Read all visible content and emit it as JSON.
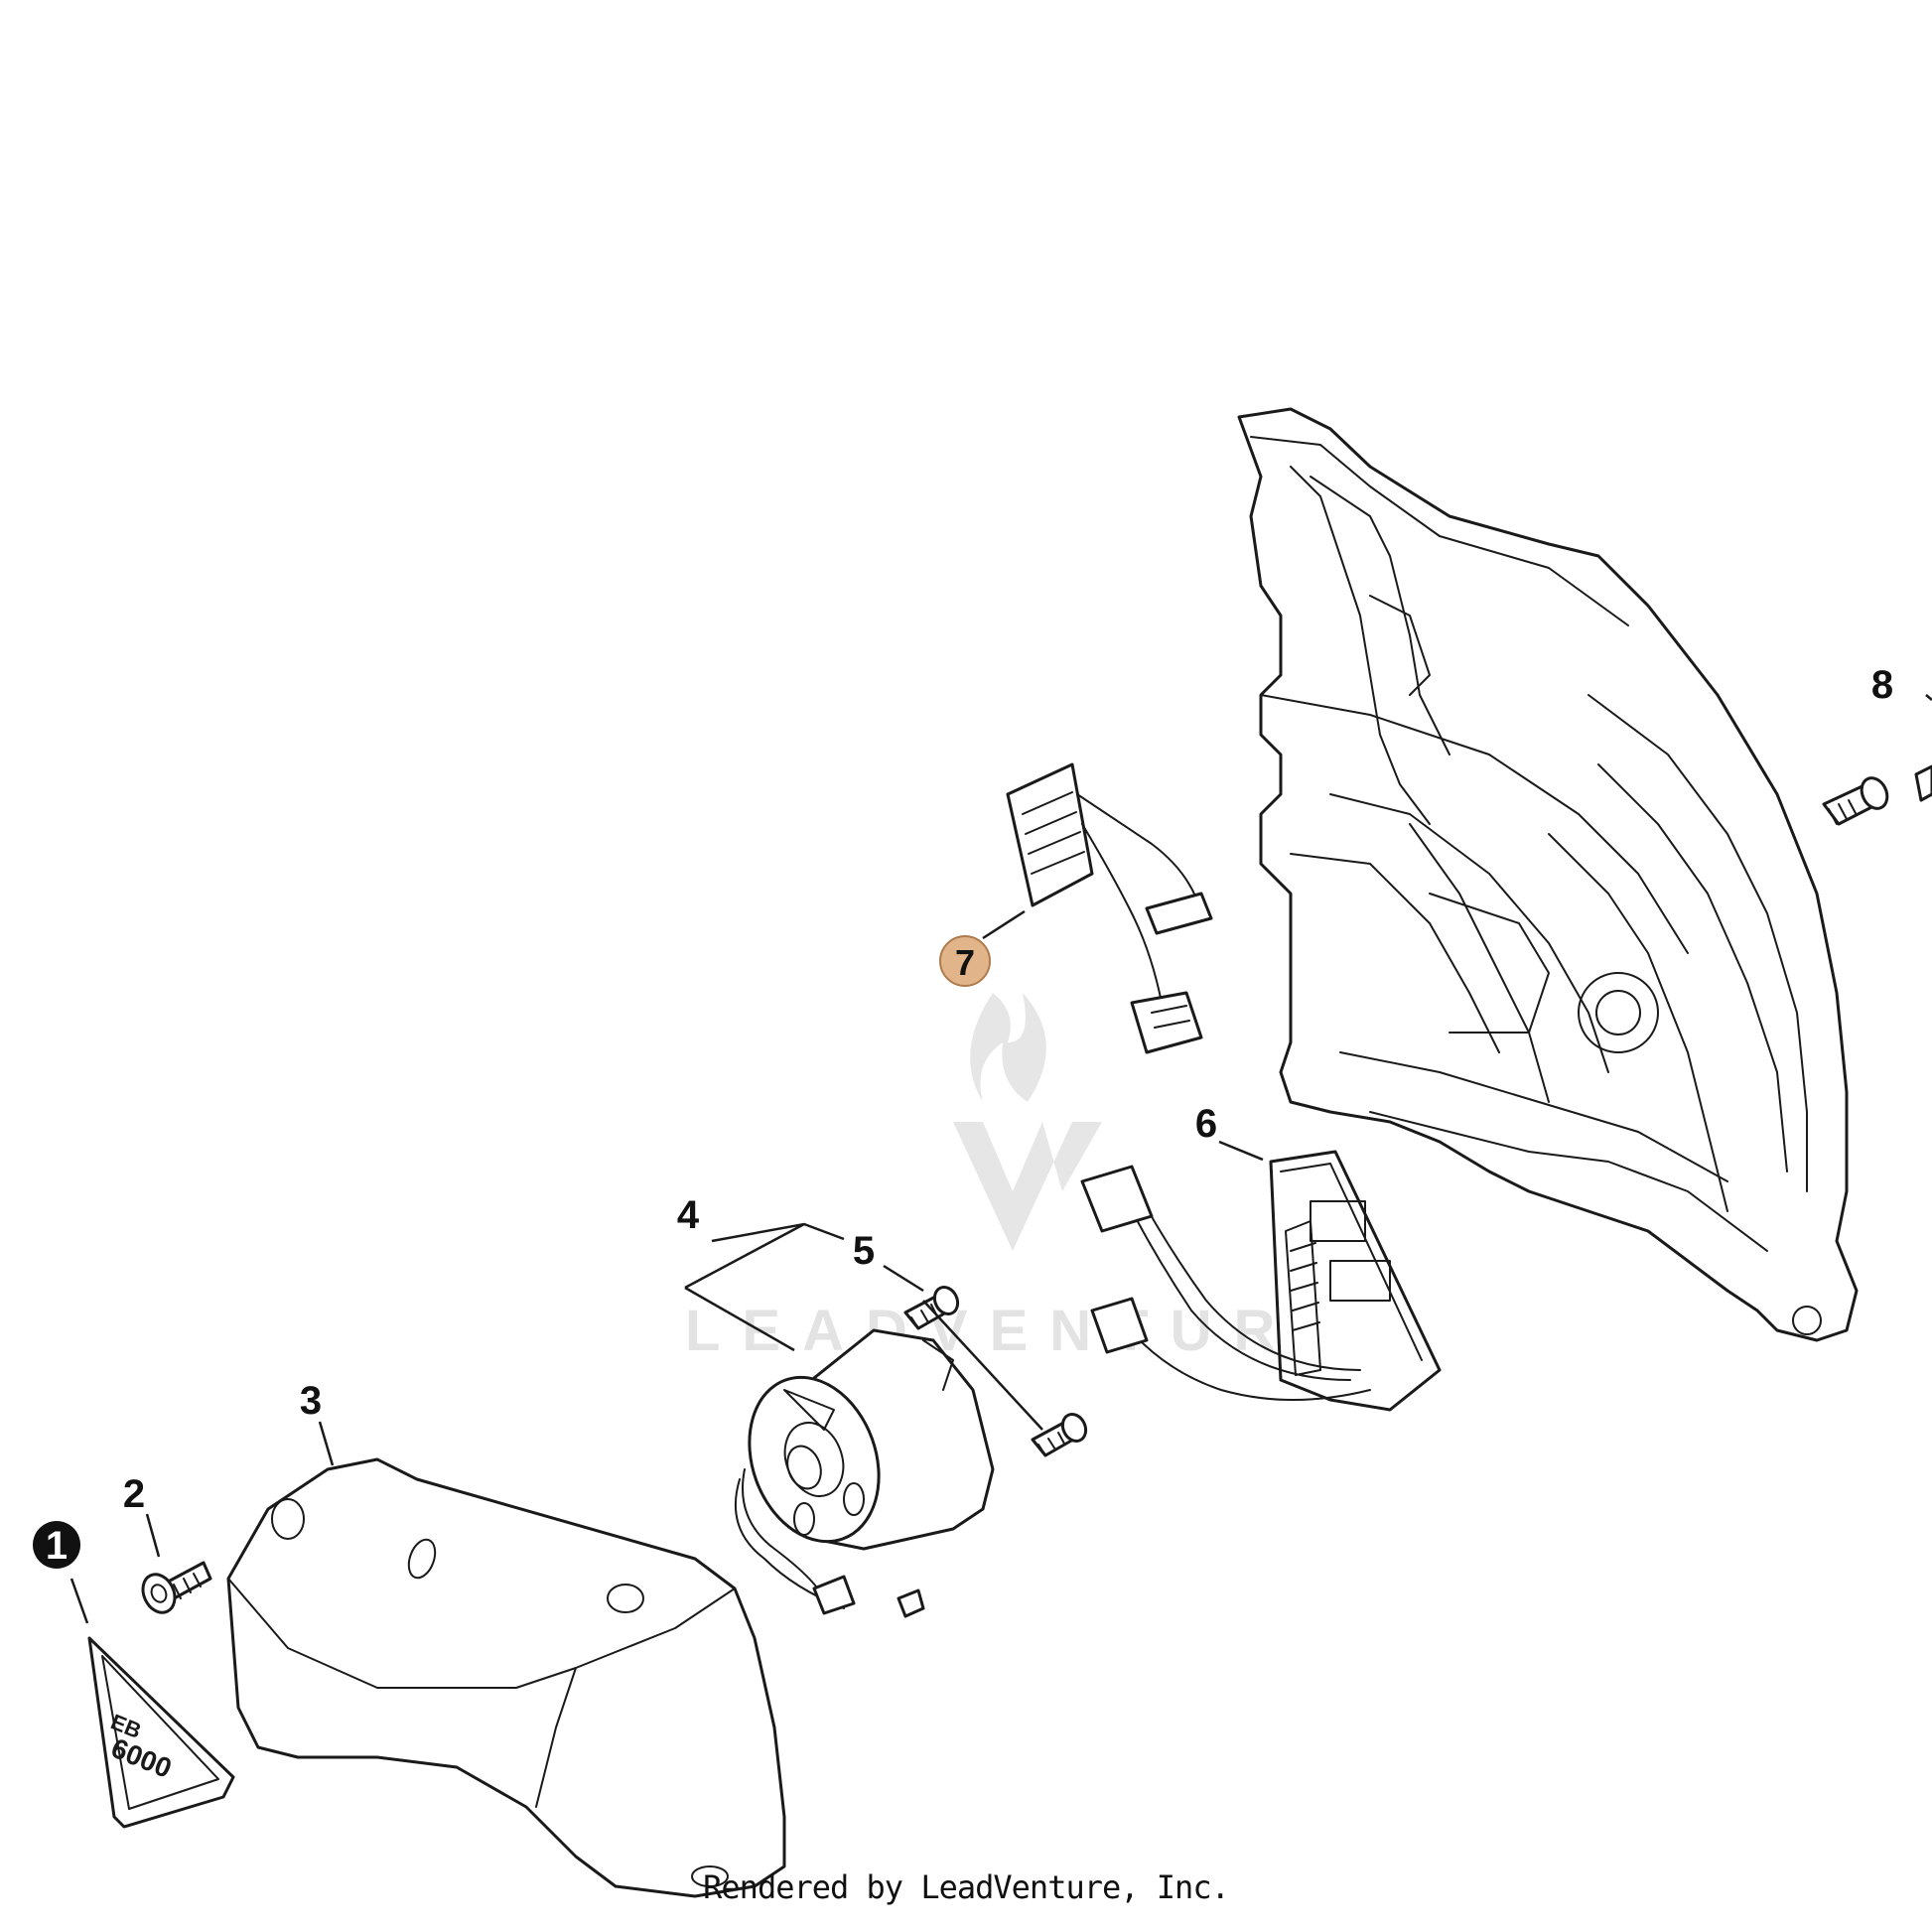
{
  "callouts": [
    {
      "label": "1",
      "style": "filled-black"
    },
    {
      "label": "2",
      "style": "plain"
    },
    {
      "label": "3",
      "style": "plain"
    },
    {
      "label": "4",
      "style": "plain"
    },
    {
      "label": "5",
      "style": "plain"
    },
    {
      "label": "6",
      "style": "plain"
    },
    {
      "label": "7",
      "style": "highlighted",
      "color": "#e2b48a"
    },
    {
      "label": "8",
      "style": "plain"
    }
  ],
  "decal": {
    "line1": "EB",
    "line2": "6000"
  },
  "watermark": {
    "text": "LEADVENTURE"
  },
  "footer": {
    "credit": "Rendered by LeadVenture, Inc."
  },
  "colors": {
    "ink": "#1a1a1a",
    "highlight": "#e2b48a",
    "watermark": "#e3e3e3"
  }
}
